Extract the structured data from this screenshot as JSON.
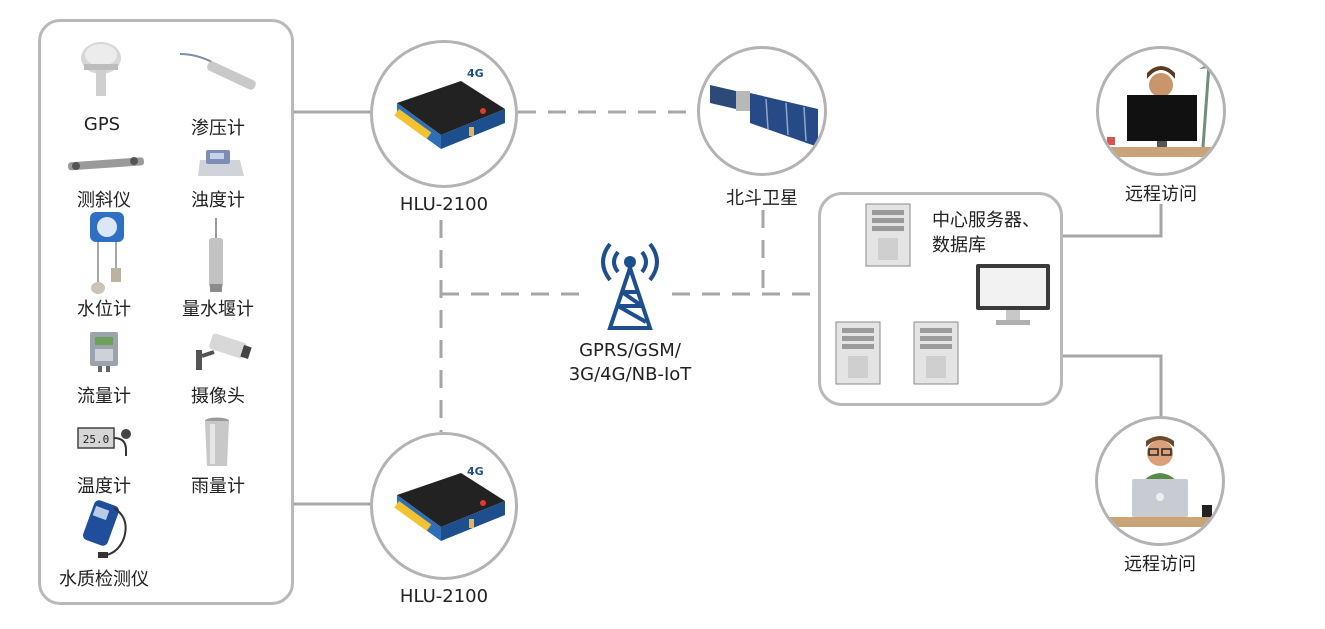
{
  "sensors": [
    {
      "id": "gps",
      "label": "GPS",
      "icon": "gps-antenna-icon"
    },
    {
      "id": "piezometer",
      "label": "渗压计",
      "icon": "piezometer-icon"
    },
    {
      "id": "inclinometer",
      "label": "测斜仪",
      "icon": "inclinometer-icon"
    },
    {
      "id": "turbidity",
      "label": "浊度计",
      "icon": "turbidity-meter-icon"
    },
    {
      "id": "water-level",
      "label": "水位计",
      "icon": "water-level-gauge-icon"
    },
    {
      "id": "weir-meter",
      "label": "量水堰计",
      "icon": "weir-meter-icon"
    },
    {
      "id": "flow-meter",
      "label": "流量计",
      "icon": "flow-meter-icon"
    },
    {
      "id": "camera",
      "label": "摄像头",
      "icon": "camera-icon"
    },
    {
      "id": "thermometer",
      "label": "温度计",
      "icon": "thermometer-icon"
    },
    {
      "id": "rain-gauge",
      "label": "雨量计",
      "icon": "rain-gauge-icon"
    },
    {
      "id": "water-quality",
      "label": "水质检测仪",
      "icon": "water-quality-meter-icon"
    }
  ],
  "devices": {
    "top": {
      "label": "HLU-2100",
      "badge": "4G"
    },
    "bottom": {
      "label": "HLU-2100",
      "badge": "4G"
    }
  },
  "satellite": {
    "label": "北斗卫星"
  },
  "network": {
    "line1": "GPRS/GSM/",
    "line2": "3G/4G/NB-IoT"
  },
  "server": {
    "line1": "中心服务器、",
    "line2": "数据库"
  },
  "remote": {
    "top": {
      "label": "远程访问"
    },
    "bottom": {
      "label": "远程访问"
    }
  },
  "colors": {
    "line": "#a6a6a6",
    "tower": "#1d4f8f",
    "device_body": "#222222",
    "terminal": "#f2c230"
  }
}
